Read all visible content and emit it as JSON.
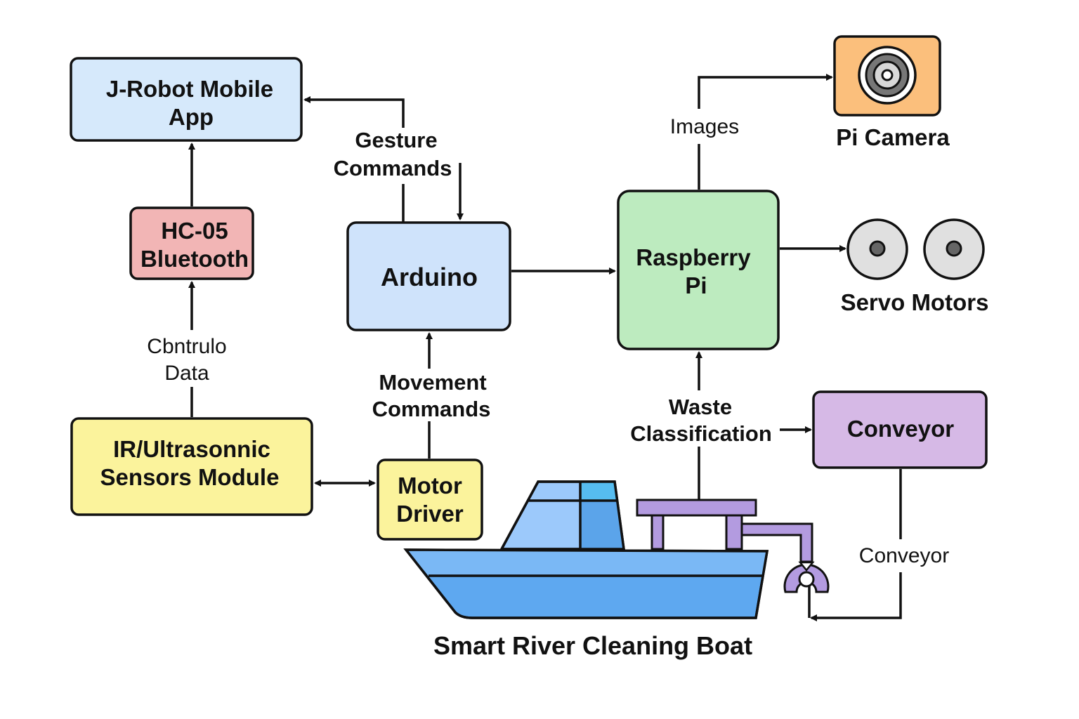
{
  "diagram": {
    "nodes": {
      "mobile_app": {
        "line1": "J-Robot Mobile",
        "line2": "App",
        "color": "#d6e9fb"
      },
      "bluetooth": {
        "line1": "HC-05",
        "line2": "Bluetooth",
        "color": "#f2b5b5"
      },
      "sensors": {
        "line1": "IR/Ultrasonnic",
        "line2": "Sensors Module",
        "color": "#fbf39c"
      },
      "motor_driver": {
        "line1": "Motor",
        "line2": "Driver",
        "color": "#fbf39c"
      },
      "arduino": {
        "label": "Arduino",
        "color": "#cfe3fb"
      },
      "raspberry_pi": {
        "line1": "Raspberry",
        "line2": "Pi",
        "color": "#bdebbf"
      },
      "conveyor": {
        "label": "Conveyor",
        "color": "#d6b9e6"
      },
      "pi_camera": {
        "label": "Pi Camera",
        "color": "#fbbf7c"
      },
      "servo_motors": {
        "label": "Servo Motors"
      },
      "boat": {
        "label": "Smart River Cleaning Boat"
      }
    },
    "edge_labels": {
      "gesture_line1": "Gesture",
      "gesture_line2": "Commands",
      "control_line1": "Cbntrulo",
      "control_line2": "Data",
      "movement_line1": "Movement",
      "movement_line2": "Commands",
      "images": "Images",
      "waste_line1": "Waste",
      "waste_line2": "Classification",
      "conveyor_edge": "Conveyor"
    }
  }
}
